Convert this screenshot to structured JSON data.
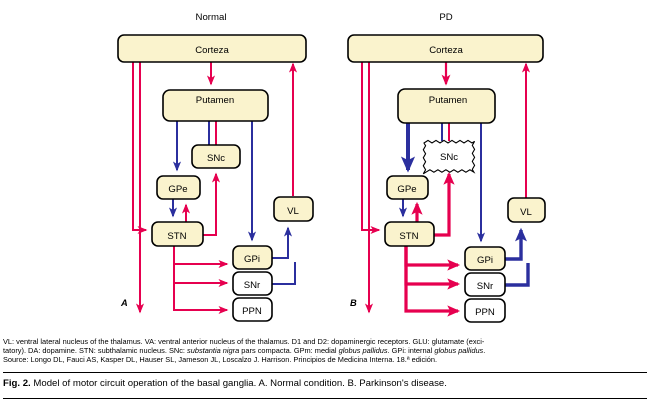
{
  "figure": {
    "panels": [
      {
        "id": "normal",
        "title": "Normal",
        "letter": "A",
        "nodes": [
          {
            "key": "corteza",
            "label": "Corteza"
          },
          {
            "key": "putamen",
            "label": "Putamen"
          },
          {
            "key": "snc",
            "label": "SNc"
          },
          {
            "key": "gpe",
            "label": "GPe"
          },
          {
            "key": "stn",
            "label": "STN"
          },
          {
            "key": "vl",
            "label": "VL"
          },
          {
            "key": "gpi",
            "label": "GPi"
          },
          {
            "key": "snr",
            "label": "SNr"
          },
          {
            "key": "ppn",
            "label": "PPN"
          }
        ]
      },
      {
        "id": "pd",
        "title": "PD",
        "letter": "B",
        "nodes": [
          {
            "key": "corteza",
            "label": "Corteza"
          },
          {
            "key": "putamen",
            "label": "Putamen"
          },
          {
            "key": "snc",
            "label": "SNc"
          },
          {
            "key": "gpe",
            "label": "GPe"
          },
          {
            "key": "stn",
            "label": "STN"
          },
          {
            "key": "vl",
            "label": "VL"
          },
          {
            "key": "gpi",
            "label": "GPi"
          },
          {
            "key": "snr",
            "label": "SNr"
          },
          {
            "key": "ppn",
            "label": "PPN"
          }
        ]
      }
    ],
    "colors": {
      "excitatory_arrow": "#e6004f",
      "inhibitory_arrow": "#2b2f9e",
      "node_fill": "#faf3cd",
      "node_fill_white": "#ffffff",
      "node_stroke": "#000000",
      "background": "#ffffff"
    }
  },
  "legend": {
    "line1_a": "VL: ventral lateral nucleus of the thalamus. VA: ventral anterior nucleus of the thalamus. D1 and D2: dopaminergic receptors. GLU: glutamate (exci-",
    "line2_a": "tatory). DA: dopamine. STN: subthalamic nucleus. SNc: ",
    "line2_i": "substantia nigra",
    "line2_b": " pars compacta. GPm: medial ",
    "line2_i2": "globus pallidus",
    "line2_c": ". GPi: internal ",
    "line2_i3": "globus pallidus",
    "line2_d": ".",
    "line3": "Source: Longo DL, Fauci AS, Kasper DL, Hauser SL, Jameson JL, Loscalzo J. Harrison. Principios de Medicina Interna. 18.ª edición."
  },
  "caption": {
    "label": "Fig. 2.",
    "text": "Model of motor circuit operation of the basal ganglia. A. Normal condition. B. Parkinson's disease."
  }
}
